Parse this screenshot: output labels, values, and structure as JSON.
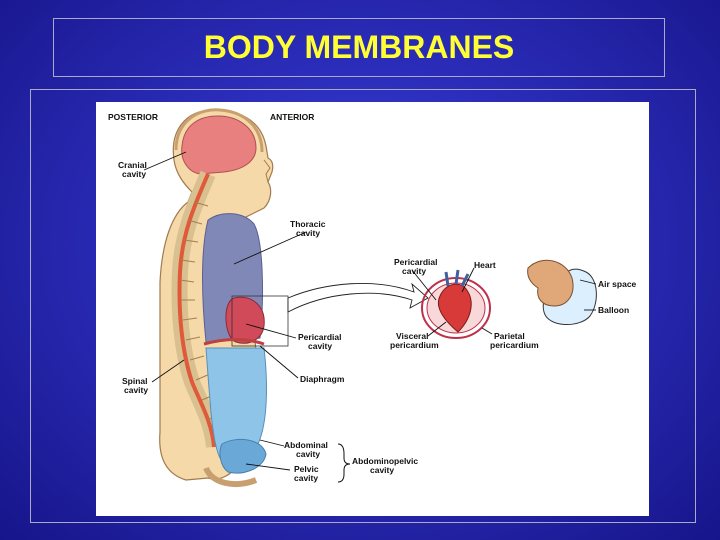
{
  "slide": {
    "title": "BODY MEMBRANES"
  },
  "figure": {
    "headers": {
      "posterior": "POSTERIOR",
      "anterior": "ANTERIOR"
    },
    "labels": {
      "cranial_1": "Cranial",
      "cranial_2": "cavity",
      "thoracic_1": "Thoracic",
      "thoracic_2": "cavity",
      "pericardial_1": "Pericardial",
      "pericardial_2": "cavity",
      "diaphragm": "Diaphragm",
      "spinal_1": "Spinal",
      "spinal_2": "cavity",
      "abdominal_1": "Abdominal",
      "abdominal_2": "cavity",
      "pelvic_1": "Pelvic",
      "pelvic_2": "cavity",
      "abdominopelvic_1": "Abdominopelvic",
      "abdominopelvic_2": "cavity",
      "heart_pericardial_1": "Pericardial",
      "heart_pericardial_2": "cavity",
      "heart": "Heart",
      "visceral_1": "Visceral",
      "visceral_2": "pericardium",
      "parietal_1": "Parietal",
      "parietal_2": "pericardium",
      "air_space": "Air space",
      "balloon": "Balloon"
    }
  },
  "colors": {
    "background": "#2a2cb8",
    "title": "#ffff33",
    "cranial": "#e88080",
    "thoracic": "#8088b8",
    "pericardial": "#d04a5a",
    "abdominal": "#8ec4e8",
    "spine": "#e05a3a",
    "skin": "#f6d9a8"
  }
}
